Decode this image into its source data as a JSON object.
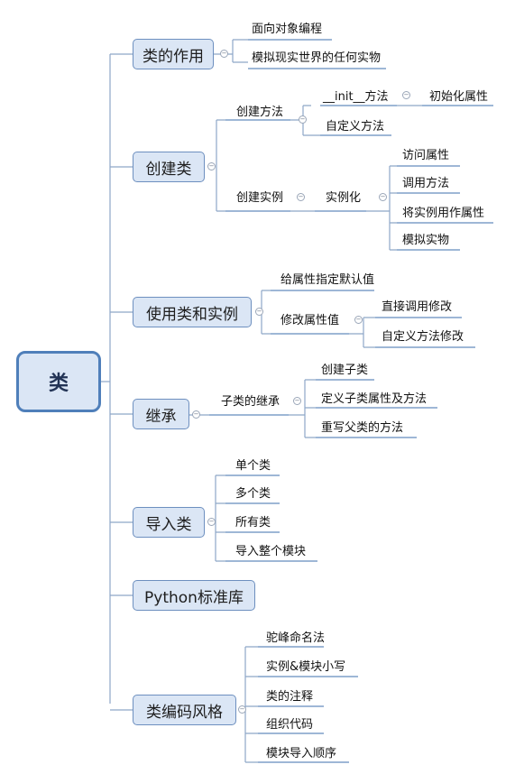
{
  "root": "类",
  "branches": [
    {
      "label": "类的作用",
      "children": [
        "面向对象编程",
        "模拟现实世界的任何实物"
      ]
    },
    {
      "label": "创建类",
      "children": [
        {
          "label": "创建方法",
          "children": [
            {
              "label": "__init__方法",
              "children": [
                "初始化属性"
              ]
            },
            "自定义方法"
          ]
        },
        {
          "label": "创建实例",
          "children": [
            {
              "label": "实例化",
              "children": [
                "访问属性",
                "调用方法",
                "将实例用作属性",
                "模拟实物"
              ]
            }
          ]
        }
      ]
    },
    {
      "label": "使用类和实例",
      "children": [
        "给属性指定默认值",
        {
          "label": "修改属性值",
          "children": [
            "直接调用修改",
            "自定义方法修改"
          ]
        }
      ]
    },
    {
      "label": "继承",
      "children": [
        {
          "label": "子类的继承",
          "children": [
            "创建子类",
            "定义子类属性及方法",
            "重写父类的方法"
          ]
        }
      ]
    },
    {
      "label": "导入类",
      "children": [
        "单个类",
        "多个类",
        "所有类",
        "导入整个模块"
      ]
    },
    {
      "label": "Python标准库",
      "children": []
    },
    {
      "label": "类编码风格",
      "children": [
        "驼峰命名法",
        "实例&模块小写",
        "类的注释",
        "组织代码",
        "模块导入顺序"
      ]
    }
  ],
  "collapse_symbol": "−",
  "colors": {
    "line": "#8ea6c8",
    "underline": "#7f9fc8",
    "main_fill": "#dbe6f5",
    "root_border": "#4f7fba"
  }
}
